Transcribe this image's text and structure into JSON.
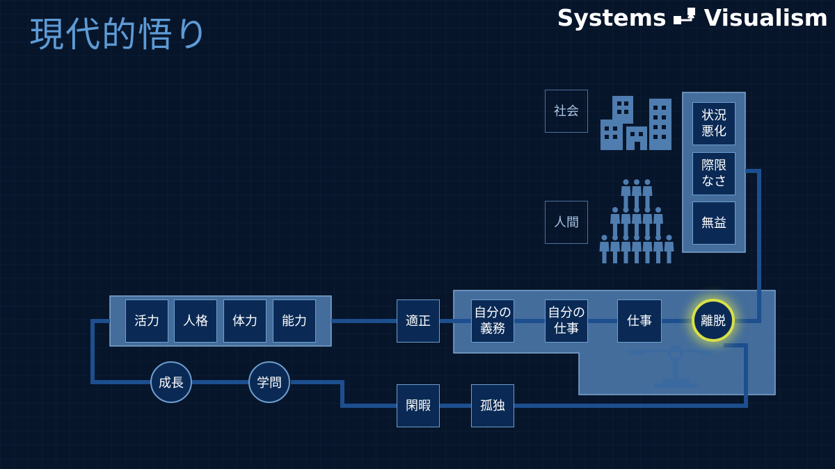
{
  "title": "現代的悟り",
  "brand": {
    "left": "Systems",
    "right": "Visualism"
  },
  "labels": {
    "society": "社会",
    "human": "人間"
  },
  "column": [
    "状況\n悪化",
    "際限\nなさ",
    "無益"
  ],
  "attributes": [
    "活力",
    "人格",
    "体力",
    "能力"
  ],
  "nodes": {
    "tekisei": "適正",
    "duty": "自分の\n義務",
    "mywork": "自分の\n仕事",
    "work": "仕事",
    "ridatsu": "離脱",
    "growth": "成長",
    "study": "学問",
    "leisure": "閑暇",
    "solitude": "孤独"
  },
  "colors": {
    "background": "#07152a",
    "panel": "#4f7db0",
    "node": "#0a2a55",
    "line": "#1d4f8f",
    "glow": "#d8e04a"
  }
}
